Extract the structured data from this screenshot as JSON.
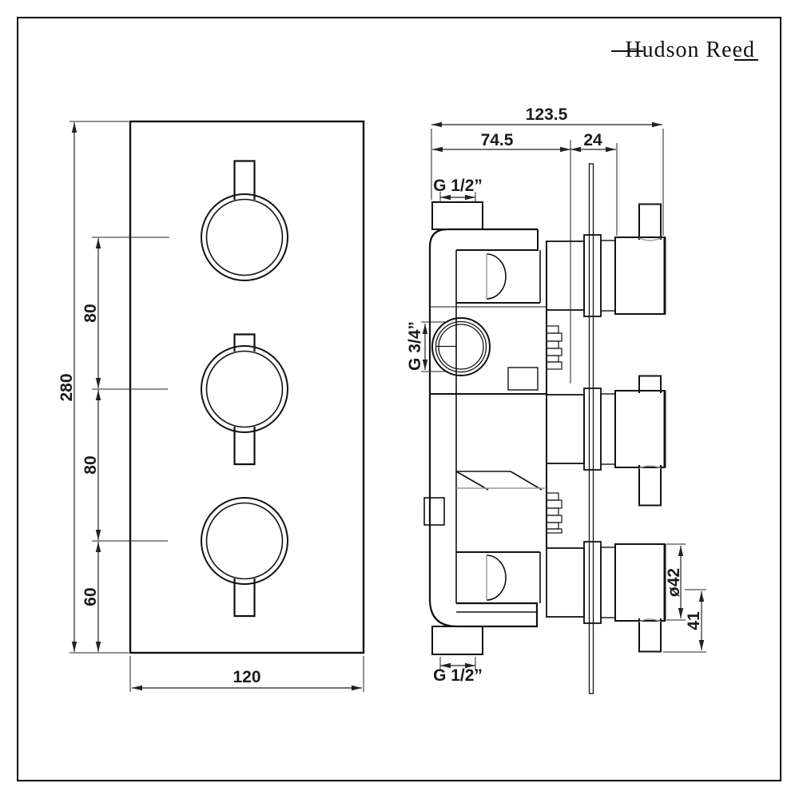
{
  "brand": {
    "name": "Hudson Reed"
  },
  "front_view": {
    "overall_height": "280",
    "knob_spacing_top": "80",
    "knob_spacing_bottom": "80",
    "knob_to_bottom": "60",
    "overall_width": "120"
  },
  "side_view": {
    "overall_depth": "123.5",
    "recess_depth": "74.5",
    "trim_depth": "24",
    "top_inlet_thread": "G 1/2”",
    "side_port_thread": "G 3/4”",
    "handle_diameter": "ø42",
    "handle_projection": "41",
    "bottom_inlet_thread": "G 1/2”"
  },
  "colors": {
    "line": "#111111",
    "dimension": "#222222",
    "detail_gray": "#999999",
    "background": "#ffffff"
  }
}
